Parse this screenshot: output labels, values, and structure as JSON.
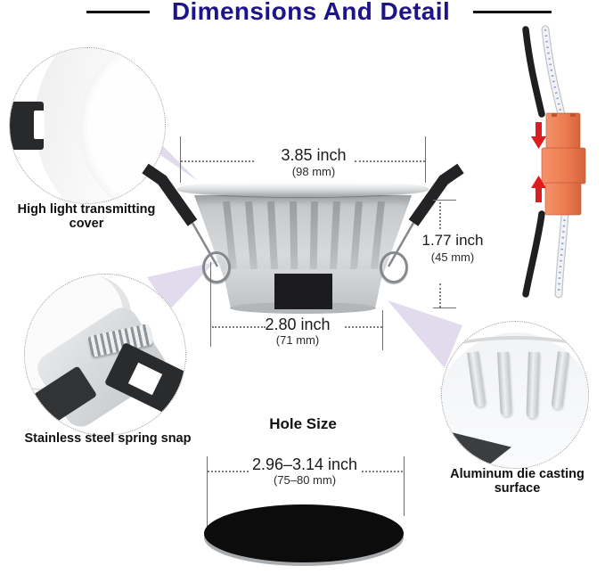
{
  "header": {
    "title": "Dimensions And Detail"
  },
  "callouts": [
    {
      "id": "cover",
      "label": "High light transmitting cover"
    },
    {
      "id": "spring",
      "label": "Stainless steel spring snap"
    },
    {
      "id": "surface",
      "label": "Aluminum die casting surface"
    }
  ],
  "dimensions": {
    "top_diameter": {
      "inch": "3.85 inch",
      "mm": "(98 mm)"
    },
    "height": {
      "inch": "1.77 inch",
      "mm": "(45 mm)"
    },
    "body_diameter": {
      "inch": "2.80 inch",
      "mm": "(71 mm)"
    }
  },
  "hole_size": {
    "heading": "Hole Size",
    "inch": "2.96–3.14 inch",
    "mm": "(75–80 mm)"
  },
  "connector": {
    "icons": [
      "arrow-down-icon",
      "arrow-up-icon"
    ]
  },
  "colors": {
    "title_navy": "#1e148a",
    "connector_orange": "#ed7c51",
    "arrow_red": "#dd1d1d",
    "beam_lavender": "#ddd5eb",
    "metal_gray": "#d4d6d8",
    "hole_black": "#0c0c0c"
  }
}
